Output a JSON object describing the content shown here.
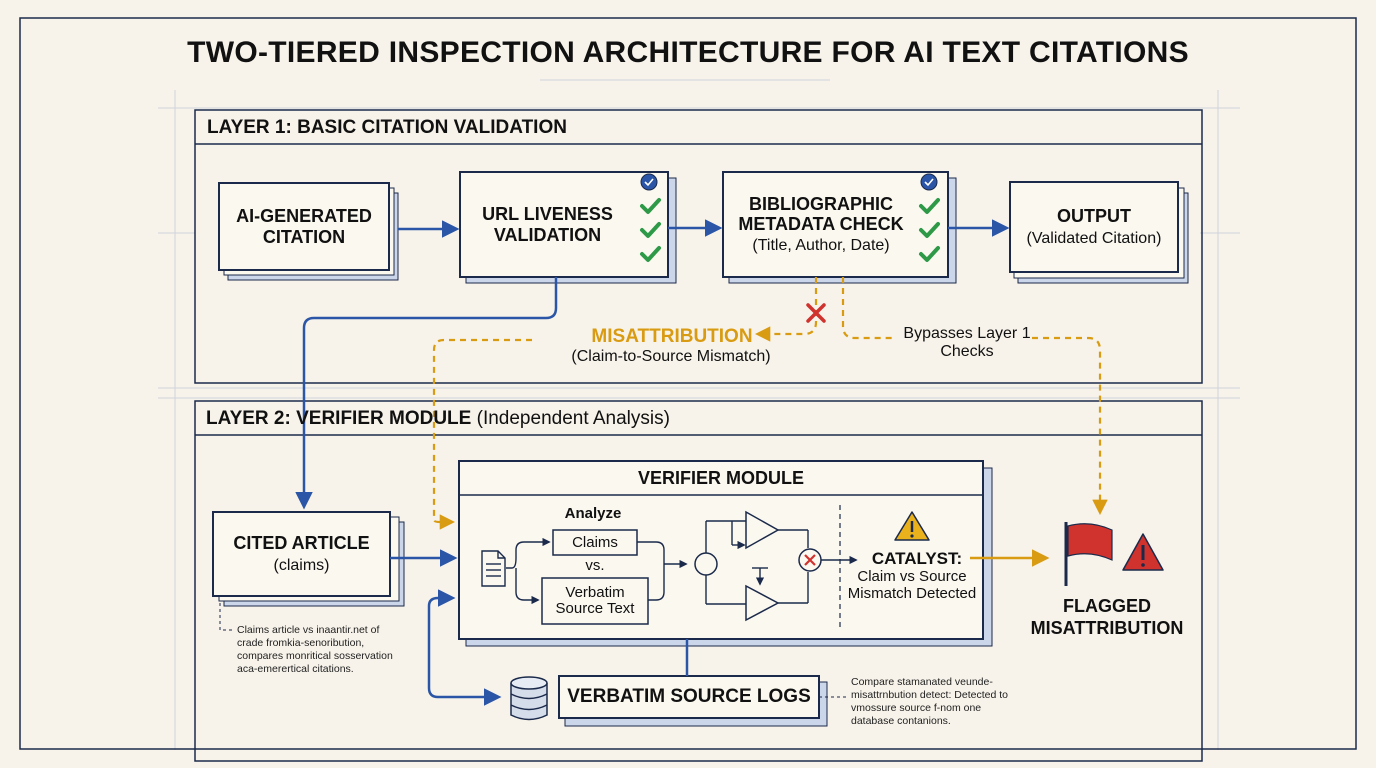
{
  "title": "TWO-TIERED INSPECTION ARCHITECTURE FOR AI TEXT CITATIONS",
  "layer1": {
    "heading": "LAYER 1: BASIC CITATION VALIDATION",
    "ai_citation": "AI-GENERATED CITATION",
    "url_check": "URL LIVENESS VALIDATION",
    "metadata_check": "BIBLIOGRAPHIC METADATA CHECK",
    "metadata_sub": "(Title, Author, Date)",
    "output": "OUTPUT",
    "output_sub": "(Validated Citation)"
  },
  "misattribution": {
    "label": "MISATTRIBUTION",
    "sub": "(Claim-to-Source Mismatch)",
    "bypass": "Bypasses Layer 1 Checks"
  },
  "layer2": {
    "heading_bold": "LAYER 2: VERIFIER MODULE",
    "heading_normal": "(Independent Analysis)",
    "cited_article": "CITED ARTICLE",
    "cited_article_sub": "(claims)",
    "cited_note": "Claims article vs inaantir.net of crade fromkia-senoribution, compares monritical sosservation aca-emerertical citations.",
    "verifier_title": "VERIFIER MODULE",
    "analyze": "Analyze",
    "claims": "Claims",
    "vs": "vs.",
    "verbatim": "Verbatim Source Text",
    "catalyst": "CATALYST:",
    "catalyst_sub": "Claim vs Source Mismatch Detected",
    "flagged": "FLAGGED MISATTRIBUTION",
    "logs": "VERBATIM SOURCE LOGS",
    "logs_note": "Compare stamanated veunde-misattrnbution detect: Detected to vmossure source f-nom one database contanions."
  },
  "colors": {
    "navy": "#1b2a4a",
    "blue_arrow": "#2b55a6",
    "gold": "#d99b12",
    "green_check": "#2e9a48",
    "red": "#d0322e",
    "shadow": "#ccd6ea"
  }
}
